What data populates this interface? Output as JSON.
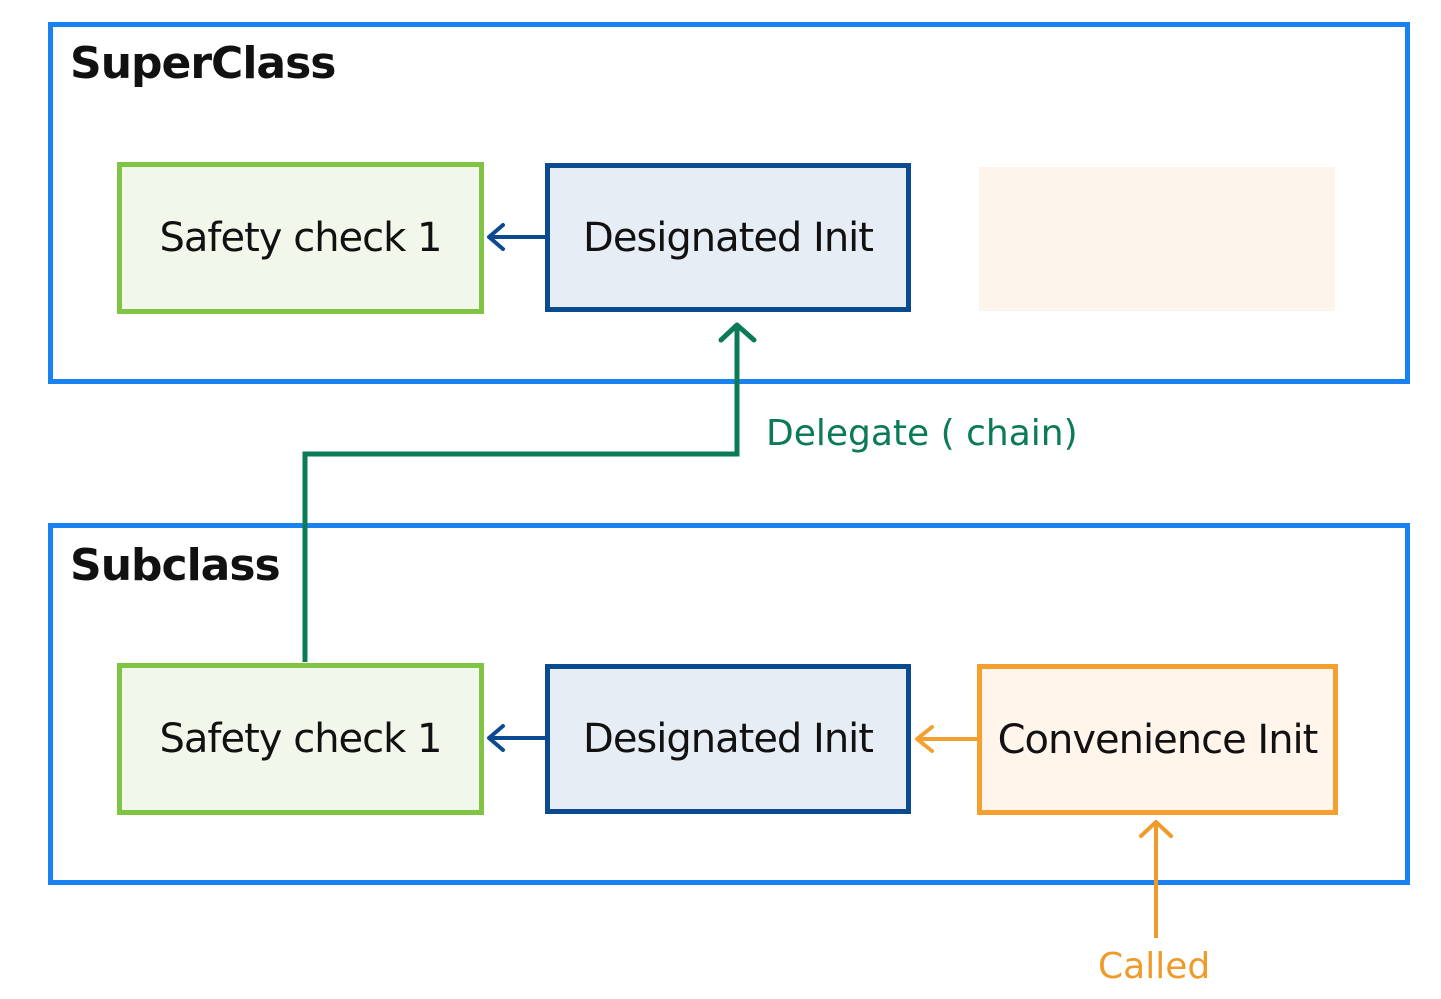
{
  "superclass": {
    "title": "SuperClass",
    "safety_check": "Safety check 1",
    "designated_init": "Designated Init"
  },
  "subclass": {
    "title": "Subclass",
    "safety_check": "Safety check 1",
    "designated_init": "Designated Init",
    "convenience_init": "Convenience Init"
  },
  "labels": {
    "delegate": "Delegate ( chain)",
    "called": "Called"
  },
  "colors": {
    "frame": "#1a82f0",
    "safety_border": "#81c342",
    "designated_border": "#0c4a8f",
    "convenience_border": "#f3a030",
    "delegate_arrow": "#0b7a57",
    "called_arrow": "#f09a2a"
  }
}
